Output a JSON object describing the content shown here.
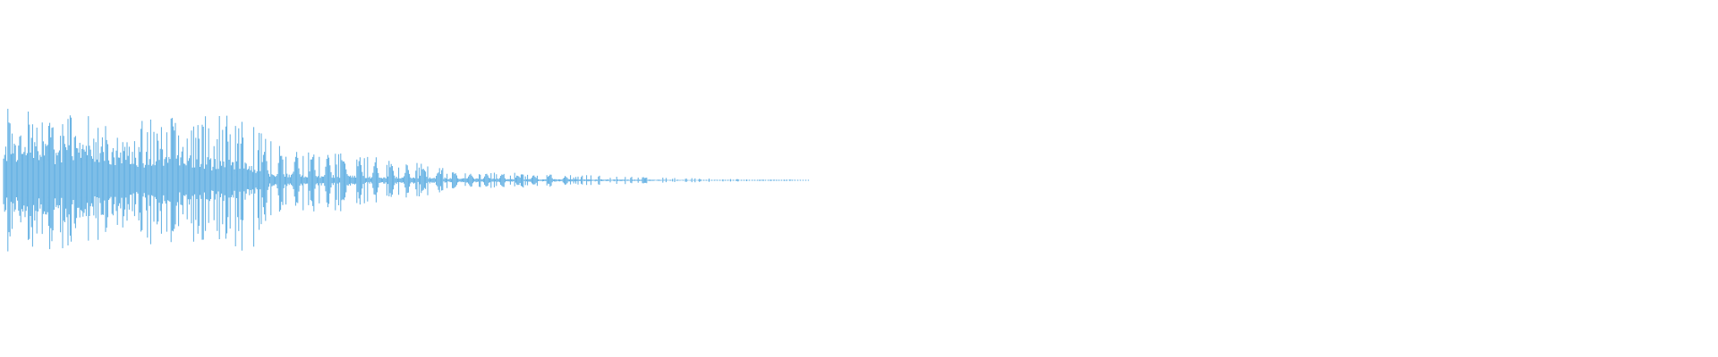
{
  "waveform": {
    "color": "#5dade2",
    "background": "#ffffff",
    "envelope": [
      {
        "t": 0.0,
        "peak": 0.88,
        "body": 0.3
      },
      {
        "t": 0.04,
        "peak": 0.78,
        "body": 0.34
      },
      {
        "t": 0.08,
        "peak": 0.76,
        "body": 0.36
      },
      {
        "t": 0.12,
        "peak": 0.7,
        "body": 0.3
      },
      {
        "t": 0.16,
        "peak": 0.68,
        "body": 0.28
      },
      {
        "t": 0.2,
        "peak": 0.78,
        "body": 0.24
      },
      {
        "t": 0.24,
        "peak": 0.8,
        "body": 0.22
      },
      {
        "t": 0.28,
        "peak": 0.84,
        "body": 0.18
      },
      {
        "t": 0.31,
        "peak": 0.8,
        "body": 0.14
      },
      {
        "t": 0.33,
        "peak": 0.48,
        "body": 0.06
      },
      {
        "t": 0.37,
        "peak": 0.44,
        "body": 0.05
      },
      {
        "t": 0.4,
        "peak": 0.42,
        "body": 0.05
      },
      {
        "t": 0.44,
        "peak": 0.35,
        "body": 0.04
      },
      {
        "t": 0.48,
        "peak": 0.26,
        "body": 0.03
      },
      {
        "t": 0.52,
        "peak": 0.2,
        "body": 0.03
      },
      {
        "t": 0.56,
        "peak": 0.12,
        "body": 0.02
      },
      {
        "t": 0.62,
        "peak": 0.09,
        "body": 0.015
      },
      {
        "t": 0.7,
        "peak": 0.07,
        "body": 0.01
      },
      {
        "t": 0.76,
        "peak": 0.05,
        "body": 0.008
      },
      {
        "t": 0.82,
        "peak": 0.03,
        "body": 0.005
      },
      {
        "t": 0.88,
        "peak": 0.02,
        "body": 0.003
      },
      {
        "t": 0.94,
        "peak": 0.01,
        "body": 0.002
      },
      {
        "t": 1.0,
        "peak": 0.005,
        "body": 0.001
      }
    ]
  }
}
